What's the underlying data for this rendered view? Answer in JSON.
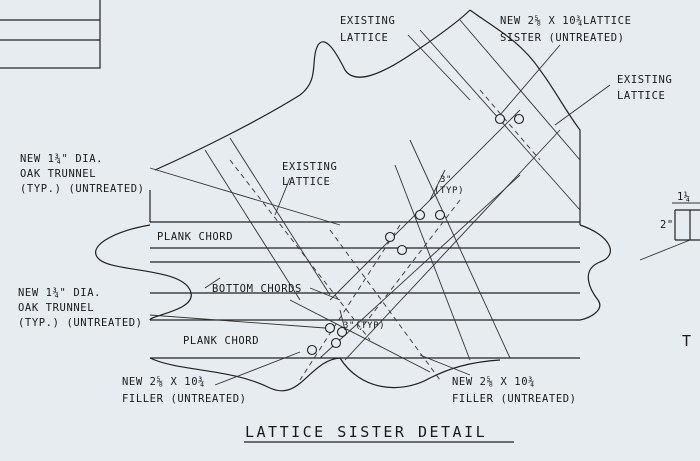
{
  "labels": {
    "existing_lattice_top": [
      "EXISTING",
      "LATTICE"
    ],
    "new_lattice_sister": [
      "NEW 2⅝ X 10¾LATTICE",
      "SISTER (UNTREATED)"
    ],
    "existing_lattice_right": [
      "EXISTING",
      "LATTICE"
    ],
    "oak_trunnel_upper": [
      "NEW 1¾\" DIA.",
      "OAK TRUNNEL",
      "(TYP.) (UNTREATED)"
    ],
    "existing_lattice_mid": [
      "EXISTING",
      "LATTICE"
    ],
    "dim_3_typ_upper": [
      "3\"",
      "(TYP)"
    ],
    "plank_chord_upper": "PLANK CHORD",
    "bottom_chords": "BOTTOM CHORDS",
    "oak_trunnel_lower": [
      "NEW 1¾\" DIA.",
      "OAK TRUNNEL",
      "(TYP.) (UNTREATED)"
    ],
    "dim_3_typ_lower": "3\"(TYP)",
    "plank_chord_lower": "PLANK CHORD",
    "filler_left": [
      "NEW 2⅝ X 10¾",
      "FILLER (UNTREATED)"
    ],
    "filler_right": [
      "NEW 2⅝ X 10¾",
      "FILLER (UNTREATED)"
    ],
    "side_dim_top": "1¼",
    "side_dim_side": "2\"",
    "partial_title": "T",
    "title": "LATTICE SISTER DETAIL"
  }
}
